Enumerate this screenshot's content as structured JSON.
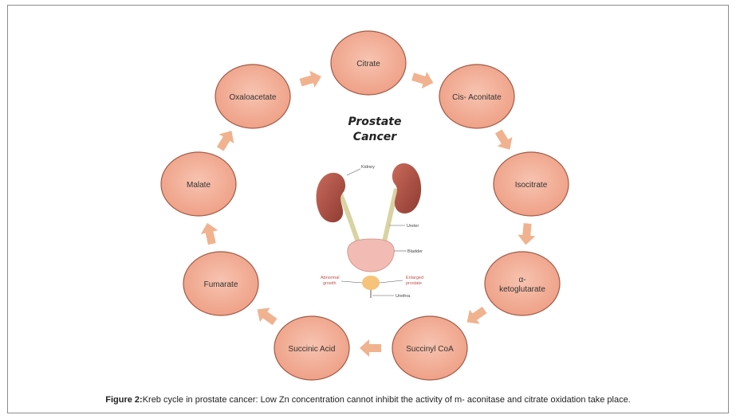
{
  "diagram": {
    "title_line1": "Prostate",
    "title_line2": "Cancer",
    "colors": {
      "node_fill": "#f3b29a",
      "node_stroke": "#a05a46",
      "arrow": "#f1b28f"
    },
    "nodes": [
      {
        "id": "citrate",
        "label_lines": [
          "Citrate"
        ]
      },
      {
        "id": "cis-aconitate",
        "label_lines": [
          "Cis- Aconitate"
        ]
      },
      {
        "id": "isocitrate",
        "label_lines": [
          "Isocitrate"
        ]
      },
      {
        "id": "alpha-ketoglutarate",
        "label_lines": [
          "α-",
          "ketoglutarate"
        ]
      },
      {
        "id": "succinyl-coa",
        "label_lines": [
          "Succinyl CoA"
        ]
      },
      {
        "id": "succinic-acid",
        "label_lines": [
          "Succinic Acid"
        ]
      },
      {
        "id": "fumarate",
        "label_lines": [
          "Fumarate"
        ]
      },
      {
        "id": "malate",
        "label_lines": [
          "Malate"
        ]
      },
      {
        "id": "oxaloacetate",
        "label_lines": [
          "Oxaloacetate"
        ]
      }
    ],
    "anatomy": {
      "kidney": "Kidney",
      "ureter": "Ureter",
      "bladder": "Bladder",
      "abnormal_line1": "Abnormal",
      "abnormal_line2": "growth",
      "enlarged_line1": "Enlarged",
      "enlarged_line2": "prostate",
      "urethra": "Urethra"
    }
  },
  "caption": {
    "label": "Figure 2:",
    "text": "Kreb cycle in prostate cancer: Low Zn concentration cannot inhibit the activity of m- aconitase and citrate oxidation take place."
  }
}
